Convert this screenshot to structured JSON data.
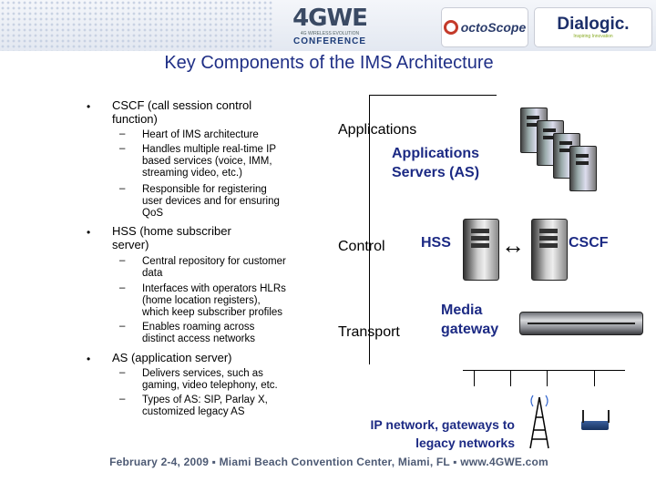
{
  "header": {
    "event_logo": "4GWE",
    "event_tagline": "4G WIRELESS EVOLUTION",
    "event_conference": "CONFERENCE",
    "sponsor1": "octoScope",
    "sponsor2": "Dialogic.",
    "sponsor2_tagline": "Inspiring Innovation"
  },
  "slide": {
    "title": "Key Components of the IMS Architecture",
    "bullets": [
      {
        "line1": "CSCF (call session control",
        "line2": "function)",
        "subs": [
          [
            "Heart of IMS architecture"
          ],
          [
            "Handles multiple real-time IP",
            "based services (voice, IMM,",
            "streaming video, etc.)"
          ],
          [
            "Responsible for registering",
            "user devices and for ensuring",
            "QoS"
          ]
        ]
      },
      {
        "line1": "HSS (home subscriber",
        "line2": "server)",
        "subs": [
          [
            "Central repository for customer",
            "data"
          ],
          [
            "Interfaces with operators HLRs",
            "(home location registers),",
            "which keep subscriber profiles"
          ],
          [
            "Enables roaming across",
            "distinct access networks"
          ]
        ]
      },
      {
        "line1": "AS (application server)",
        "subs": [
          [
            "Delivers services, such as",
            "gaming, video telephony, etc."
          ],
          [
            "Types of AS: SIP, Parlay X,",
            "customized legacy AS"
          ]
        ]
      }
    ],
    "bullet_glyph": "•",
    "dash_glyph": "–"
  },
  "diagram": {
    "layer_applications": "Applications",
    "app_servers_line1": "Applications",
    "app_servers_line2": "Servers (AS)",
    "layer_control": "Control",
    "hss": "HSS",
    "cscf": "CSCF",
    "layer_transport": "Transport",
    "media_line1": "Media",
    "media_line2": "gateway",
    "ip_line1": "IP network, gateways to",
    "ip_line2": "legacy networks",
    "arrow_glyph": "↔"
  },
  "footer": {
    "text": "February 2-4, 2009  ▪  Miami Beach Convention Center, Miami, FL  ▪  www.4GWE.com"
  },
  "colors": {
    "title": "#1f2f86",
    "diagram_label": "#1c2a84",
    "footer": "#4d5a74"
  }
}
